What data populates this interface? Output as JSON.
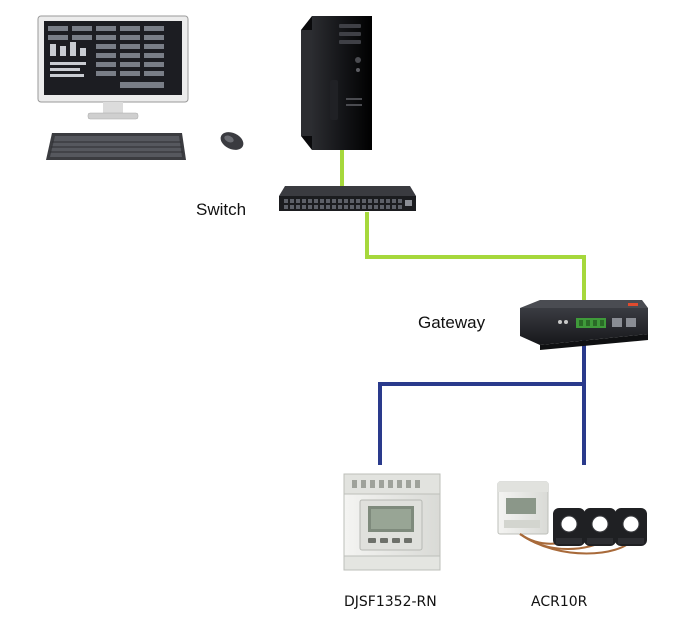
{
  "nodes": {
    "workstation": {
      "icon": "desktop-computer-icon"
    },
    "server": {
      "icon": "tower-server-icon"
    },
    "switch": {
      "label": "Switch",
      "icon": "network-switch-icon"
    },
    "gateway": {
      "label": "Gateway",
      "icon": "gateway-device-icon"
    },
    "meter_djsf": {
      "label": "DJSF1352-RN",
      "icon": "din-rail-meter-icon"
    },
    "meter_acr": {
      "label": "ACR10R",
      "icon": "energy-meter-with-ct-icon"
    }
  },
  "colors": {
    "ethernet_link": "#a6d83c",
    "rs485_bus": "#2a3a8c",
    "device_dark": "#1e1f22",
    "meter_body": "#e9eae7"
  }
}
